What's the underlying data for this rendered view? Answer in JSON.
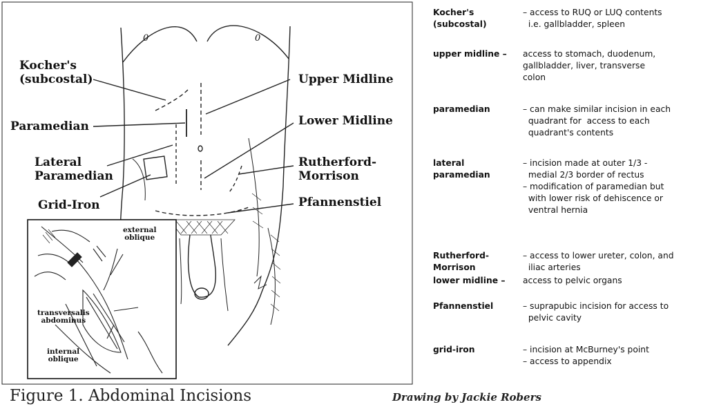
{
  "diagram": {
    "labels": {
      "kochers": "Kocher's\n(subcostal)",
      "paramedian": "Paramedian",
      "lateral_paramedian": "Lateral\nParamedian",
      "grid_iron": "Grid-Iron",
      "upper_midline": "Upper Midline",
      "lower_midline": "Lower Midline",
      "rutherford_morrison": "Rutherford-\nMorrison",
      "pfannenstiel": "Pfannenstiel"
    },
    "inset_labels": {
      "external_oblique": "external\noblique",
      "transversalis": "transversalis\nabdominus",
      "internal_oblique": "internal\noblique"
    },
    "nipple_marks": [
      "0",
      "0"
    ]
  },
  "caption": "Figure 1. Abdominal Incisions",
  "credit": "Drawing by Jackie Robers",
  "table": {
    "rows": [
      {
        "term": "Kocher's\n(subcostal)",
        "desc": [
          "– access to RUQ or LUQ contents",
          "  i.e. gallbladder, spleen"
        ]
      },
      {
        "term": "upper midline –",
        "desc": [
          "access to stomach, duodenum,",
          "gallbladder, liver, transverse",
          "colon"
        ]
      },
      {
        "term": "paramedian",
        "desc": [
          "– can make similar incision in each",
          "  quadrant for  access to each",
          "  quadrant's contents"
        ]
      },
      {
        "term": "lateral\nparamedian",
        "desc": [
          "– incision made at outer 1/3 -",
          "  medial 2/3 border of rectus",
          "– modification of paramedian but",
          "  with lower risk of dehiscence or",
          "  ventral hernia"
        ]
      },
      {
        "term": "Rutherford-\nMorrison",
        "desc": [
          "– access to lower ureter, colon, and",
          "  iliac arteries"
        ]
      },
      {
        "term": "lower midline –",
        "desc": [
          "access to pelvic organs"
        ]
      },
      {
        "term": "Pfannenstiel",
        "desc": [
          "– suprapubic incision for access to",
          "  pelvic cavity"
        ]
      },
      {
        "term": "grid-iron",
        "desc": [
          "– incision at McBurney's point",
          "– access to appendix"
        ]
      }
    ]
  }
}
